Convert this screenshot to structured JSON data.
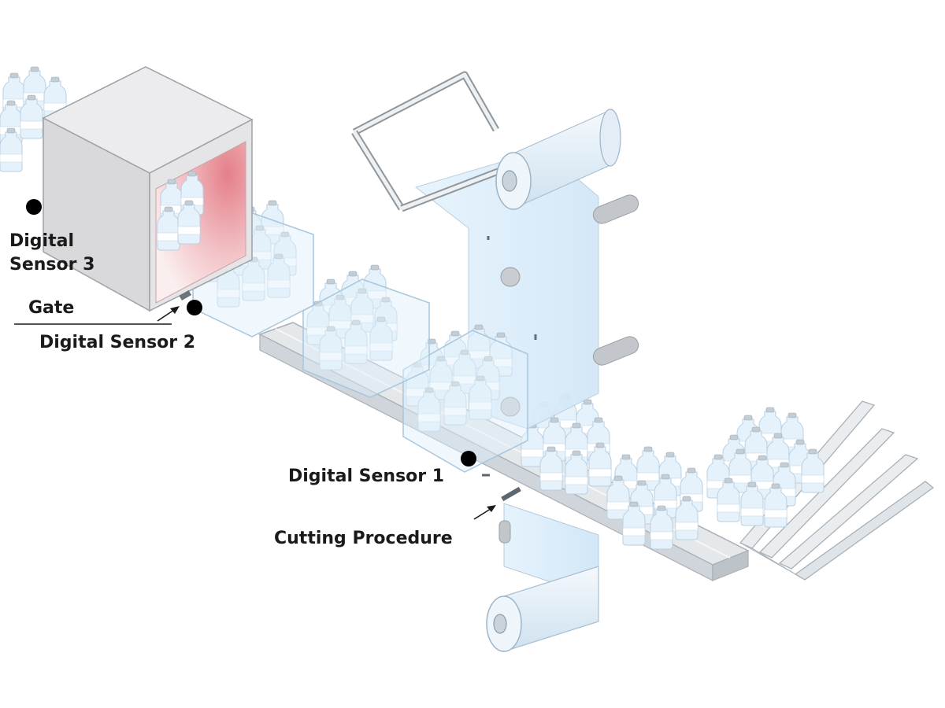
{
  "labels": {
    "sensor3_line1": "Digital",
    "sensor3_line2": "Sensor 3",
    "gate": "Gate",
    "sensor2": "Digital Sensor 2",
    "sensor1": "Digital Sensor 1",
    "cutting": "Cutting Procedure"
  },
  "colors": {
    "background": "#ffffff",
    "machine_body": "#d9d9dc",
    "machine_side": "#ececee",
    "heat_glow": "#e9a3a8",
    "film": "#dcefff",
    "bottle": "#eaf4fb",
    "bottle_label": "#ffffff",
    "conveyor": "#e3e7ea",
    "roller": "#b8bcc0",
    "sensor_dot": "#000000",
    "text": "#1a1a1a"
  }
}
